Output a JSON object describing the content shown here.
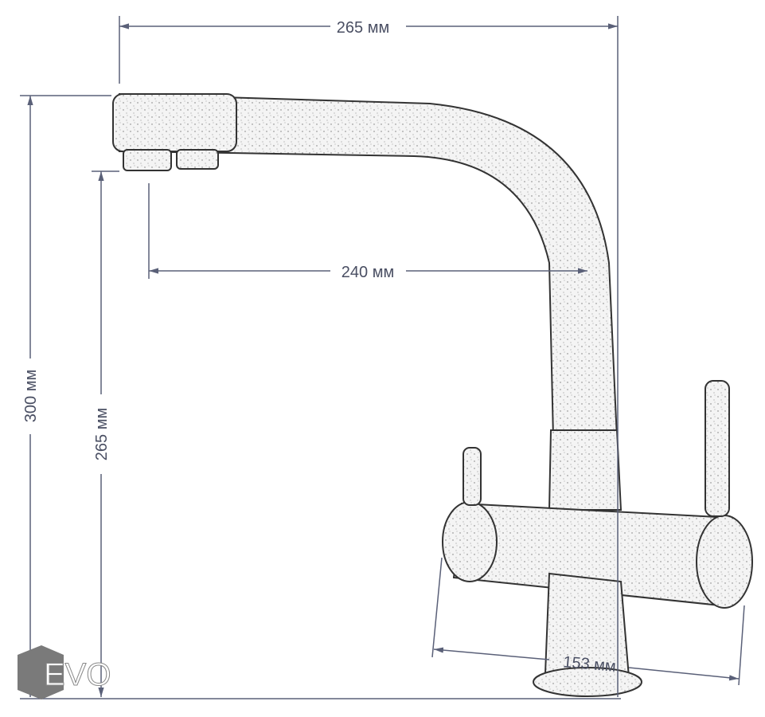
{
  "dimensions": {
    "top_width": "265 мм",
    "spout_reach": "240 мм",
    "total_height": "300 мм",
    "spout_height": "265 мм",
    "base_width": "153 мм"
  },
  "logo": {
    "text": "EVO"
  },
  "colors": {
    "dimension_line": "#5a6078",
    "body_fill": "#f3f3f3",
    "outline": "#333333",
    "logo_gray": "#7a7a7a"
  }
}
